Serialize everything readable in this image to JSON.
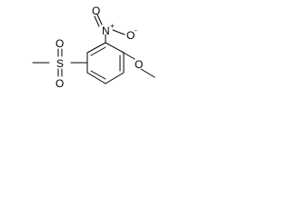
{
  "structure": {
    "atoms": {
      "sulfur": "S",
      "sulfonyl_oxygen_top": "O",
      "sulfonyl_oxygen_bottom": "O",
      "nitro_nitrogen": "N",
      "nitro_plus": "+",
      "nitro_oxygen_double": "O",
      "nitro_oxygen_single": "O",
      "nitro_minus": "-",
      "methoxy_oxygen": "O"
    }
  }
}
